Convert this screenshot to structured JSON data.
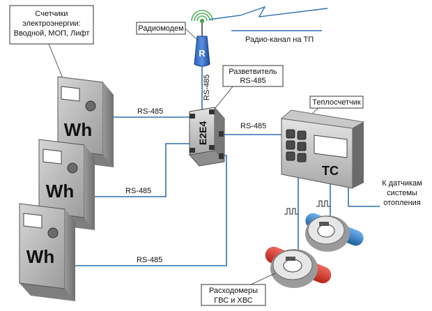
{
  "labels": {
    "meters_title": [
      "Счетчики",
      "электроэнергии:",
      "Вводной, МОП, Лифт"
    ],
    "radiomodem": "Радиомодем",
    "radio_channel": "Радио-канал на ТП",
    "splitter": [
      "Разветвитель",
      "RS-485"
    ],
    "heat_meter": "Теплосчетчик",
    "sensors": [
      "К датчикам",
      "системы",
      "отопления"
    ],
    "flowmeters": [
      "Расходомеры",
      "ГВС и ХВС"
    ]
  },
  "links": {
    "rs485_vertical": "RS-485",
    "rs485_meter1": "RS-485",
    "rs485_meter2": "RS-485",
    "rs485_meter3": "RS-485",
    "rs485_heat": "RS-485"
  },
  "devices": {
    "wh": "Wh",
    "modem_letter": "R",
    "splitter_code": "E2E4",
    "heat_code": "TC"
  },
  "colors": {
    "wire": "#2f6fb5",
    "meter_face": "#b9b9b9",
    "meter_side": "#8a8a8a",
    "modem": "#1f57b0",
    "antenna": "#35a544",
    "flow_red": "#d9382b",
    "flow_blue": "#2b7fc9"
  }
}
